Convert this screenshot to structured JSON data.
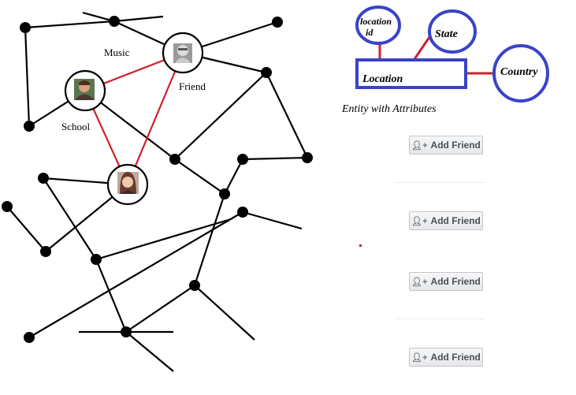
{
  "network": {
    "labels": {
      "music": "Music",
      "friend": "Friend",
      "school": "School"
    },
    "avatars": [
      "older-man-avatar",
      "man-avatar",
      "woman-avatar"
    ]
  },
  "er_diagram": {
    "entity": "Location",
    "attributes": {
      "location_id": [
        "location",
        "id"
      ],
      "state": "State",
      "country": "Country"
    },
    "caption": "Entity with Attributes",
    "colors": {
      "shape": "#3a43c8",
      "connector": "#d0202a"
    }
  },
  "friend_buttons": [
    {
      "label": "Add Friend"
    },
    {
      "label": "Add Friend"
    },
    {
      "label": "Add Friend"
    },
    {
      "label": "Add Friend"
    }
  ]
}
